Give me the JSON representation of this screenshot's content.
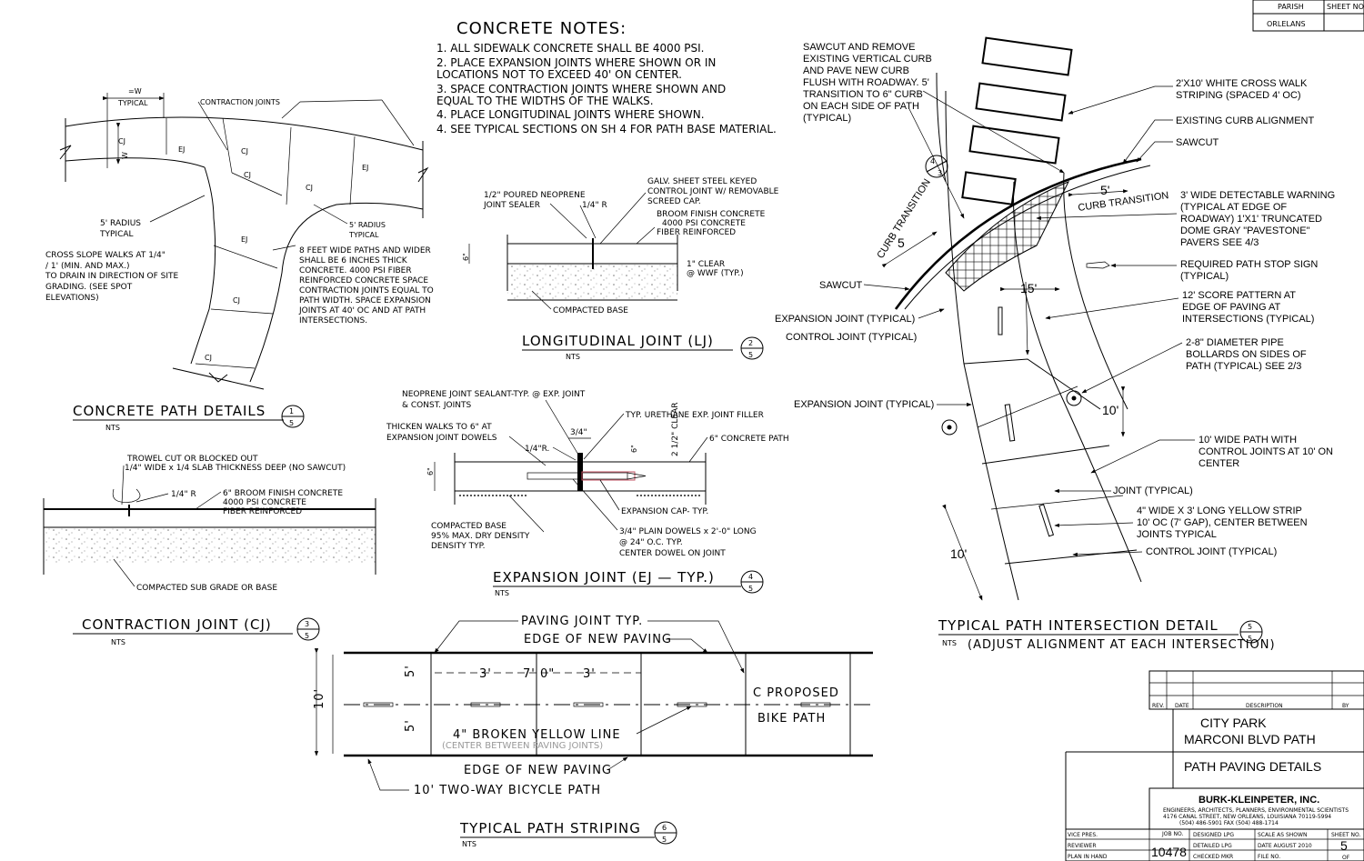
{
  "title_block": {
    "parish_label": "PARISH",
    "sheet_no_label": "SHEET NO.",
    "parish_value": "ORLELANS",
    "rev_label": "REV.",
    "date_label": "DATE",
    "description_label": "DESCRIPTION",
    "by_label": "BY",
    "project_line1": "CITY PARK",
    "project_line2": "MARCONI BLVD PATH",
    "sheet_title": "PATH PAVING DETAILS",
    "firm_name": "BURK-KLEINPETER, INC.",
    "firm_line1": "ENGINEERS, ARCHITECTS, PLANNERS, ENVIRONMENTAL SCIENTISTS",
    "firm_line2": "4176 CANAL STREET, NEW ORLEANS, LOUISIANA 70119-5994",
    "firm_line3": "(504) 486-5901    FAX (504) 488-1714",
    "vice_pres": "VICE PRES.",
    "reviewer": "REVIEWER",
    "plan_in_hand": "PLAN IN HAND",
    "job_no_label": "JOB NO.",
    "job_no": "10478",
    "designed": "DESIGNED LPG",
    "detailed": "DETAILED LPG",
    "checked": "CHECKED MKR",
    "scale": "SCALE    AS SHOWN",
    "date": "DATE     AUGUST 2010",
    "file_no": "FILE NO.",
    "sheet_no_label2": "SHEET NO.",
    "sheet_no": "5",
    "of_label": "OF"
  },
  "concrete_notes": {
    "heading": "CONCRETE NOTES:",
    "lines": [
      "1.  ALL SIDEWALK CONCRETE SHALL BE 4000 PSI.",
      "2.  PLACE EXPANSION JOINTS WHERE SHOWN OR IN",
      "     LOCATIONS NOT TO EXCEED 40' ON CENTER.",
      "3.  SPACE CONTRACTION JOINTS WHERE SHOWN AND",
      "     EQUAL TO THE WIDTHS OF THE WALKS.",
      "4.  PLACE LONGITUDINAL JOINTS WHERE SHOWN.",
      "4.  SEE TYPICAL SECTIONS ON SH 4 FOR PATH BASE MATERIAL."
    ]
  },
  "path_details": {
    "title": "CONCRETE PATH DETAILS",
    "nts": "NTS",
    "num": "1",
    "sheet": "5",
    "w_top": "=W",
    "typical": "TYPICAL",
    "contraction": "CONTRACTION JOINTS",
    "cj": "CJ",
    "ej": "EJ",
    "w": "W",
    "radius_left_1": "5' RADIUS",
    "radius_left_2": "TYPICAL",
    "radius_right_1": "5' RADIUS",
    "radius_right_2": "TYPICAL",
    "cross_slope": [
      "CROSS SLOPE WALKS AT 1/4\"",
      "/ 1' (MIN. AND MAX.)",
      "TO DRAIN IN DIRECTION OF SITE",
      "GRADING. (SEE SPOT",
      "ELEVATIONS)"
    ],
    "wide_paths": [
      "8 FEET WIDE PATHS AND WIDER",
      "SHALL BE 6 INCHES THICK",
      "CONCRETE.  4000 PSI FIBER",
      "REINFORCED CONCRETE SPACE",
      "CONTRACTION JOINTS EQUAL TO",
      "PATH WIDTH. SPACE EXPANSION",
      "JOINTS AT 40' OC AND AT PATH",
      "INTERSECTIONS."
    ]
  },
  "longitudinal": {
    "title": "LONGITUDINAL JOINT (LJ)",
    "nts": "NTS",
    "num": "2",
    "sheet": "5",
    "neoprene_1": "1/2\" POURED NEOPRENE",
    "neoprene_2": "JOINT SEALER",
    "radius": "1/4\" R",
    "galv_1": "GALV. SHEET STEEL KEYED",
    "galv_2": "CONTROL JOINT W/ REMOVABLE",
    "galv_3": "SCREED CAP.",
    "broom_1": "BROOM FINISH CONCRETE",
    "broom_2": "4000 PSI CONCRETE",
    "broom_3": "FIBER REINFORCED",
    "six": "6\"",
    "clear_1": "1\" CLEAR",
    "clear_2": "@ WWF (TYP.)",
    "base": "COMPACTED BASE"
  },
  "contraction": {
    "title": "CONTRACTION JOINT (CJ)",
    "nts": "NTS",
    "num": "3",
    "sheet": "5",
    "trowel_1": "TROWEL CUT OR BLOCKED OUT",
    "trowel_2": "1/4\" WIDE x 1/4 SLAB THICKNESS DEEP (NO SAWCUT)",
    "radius": "1/4\" R",
    "broom_1": "6\" BROOM FINISH CONCRETE",
    "broom_2": "4000 PSI CONCRETE",
    "broom_3": "FIBER REINFORCED",
    "subgrade": "COMPACTED SUB GRADE OR BASE"
  },
  "expansion": {
    "title": "EXPANSION JOINT (EJ — TYP.)",
    "nts": "NTS",
    "num": "4",
    "sheet": "5",
    "neo_1": "NEOPRENE JOINT SEALANT-TYP. @ EXP. JOINT",
    "neo_2": "& CONST. JOINTS",
    "urethane": "TYP. URETHANE EXP. JOINT FILLER",
    "thicken_1": "THICKEN WALKS TO 6\" AT",
    "thicken_2": "EXPANSION JOINT DOWELS",
    "three_quarter": "3/4\"",
    "quarter_r": "1/4\"R.",
    "six_a": "6\"",
    "clear": "2 1/2\" CLEAR",
    "concrete_path": "6\" CONCRETE PATH",
    "six_b": "6\"",
    "cap": "EXPANSION CAP- TYP.",
    "base_1": "COMPACTED BASE",
    "base_2": "95% MAX. DRY DENSITY",
    "base_3": "DENSITY TYP.",
    "dowels_1": "3/4\" PLAIN DOWELS x 2'-0\" LONG",
    "dowels_2": "@ 24\" O.C. TYP.",
    "dowels_3": "CENTER DOWEL ON JOINT"
  },
  "striping": {
    "title": "TYPICAL PATH STRIPING",
    "nts": "NTS",
    "num": "6",
    "sheet": "5",
    "paving_joint": "PAVING JOINT TYP.",
    "edge_top": "EDGE OF NEW PAVING",
    "edge_bottom": "EDGE OF NEW PAVING",
    "dim_3a": "3'",
    "dim_7": "7' 0\"",
    "dim_3b": "3'",
    "ten": "10'",
    "five_top": "5'",
    "five_bottom": "5'",
    "proposed_1": "C  PROPOSED",
    "proposed_2": "BIKE PATH",
    "broken_1": "4\" BROKEN YELLOW LINE",
    "broken_2": "(CENTER BETWEEN PAVING JOINTS)",
    "two_way": "10' TWO-WAY BICYCLE PATH"
  },
  "intersection": {
    "title": "TYPICAL PATH INTERSECTION DETAIL",
    "nts": "NTS",
    "adjust": "(ADJUST ALIGNMENT AT EACH INTERSECTION)",
    "num": "5",
    "sheet": "5",
    "sawcut_note": [
      "SAWCUT AND REMOVE",
      "EXISTING VERTICAL CURB",
      "AND PAVE NEW CURB",
      "FLUSH WITH ROADWAY. 5'",
      "TRANSITION TO 6\" CURB",
      "ON EACH SIDE OF PATH",
      "(TYPICAL)"
    ],
    "crosswalk_1": "2'X10' WHITE CROSS WALK",
    "crosswalk_2": "STRIPING (SPACED 4' OC)",
    "curb_alignment": "EXISTING CURB ALIGNMENT",
    "sawcut_r": "SAWCUT",
    "warning": [
      "3' WIDE DETECTABLE WARNING",
      "(TYPICAL AT EDGE OF",
      "ROADWAY) 1'X1' TRUNCATED",
      "DOME GRAY \"PAVESTONE\"",
      "PAVERS  SEE 4/3"
    ],
    "stop_1": "REQUIRED PATH STOP SIGN",
    "stop_2": "(TYPICAL)",
    "score": [
      "12' SCORE PATTERN AT",
      "EDGE OF PAVING AT",
      "INTERSECTIONS (TYPICAL)"
    ],
    "bollards": [
      "2-8\" DIAMETER PIPE",
      "BOLLARDS ON SIDES OF",
      "PATH (TYPICAL) SEE 2/3"
    ],
    "ten_wide": [
      "10' WIDE PATH WITH",
      "CONTROL JOINTS AT 10' ON",
      "CENTER"
    ],
    "joint": "JOINT (TYPICAL)",
    "yellow": [
      "4\" WIDE X 3' LONG YELLOW STRIP",
      "10' OC (7' GAP), CENTER BETWEEN",
      "JOINTS TYPICAL"
    ],
    "control_r": "CONTROL JOINT (TYPICAL)",
    "sawcut_l": "SAWCUT",
    "expansion_l": "EXPANSION JOINT (TYPICAL)",
    "control_l": "CONTROL JOINT (TYPICAL)",
    "expansion_l2": "EXPANSION JOINT (TYPICAL)",
    "curb_trans_l": "CURB TRANSITION",
    "curb_trans_r": "CURB TRANSITION",
    "five_l": "5",
    "five_r": "5'",
    "fifteen": "15'",
    "ten_a": "10'",
    "ten_b": "10'",
    "ref_num": "4",
    "ref_sheet": "3"
  }
}
